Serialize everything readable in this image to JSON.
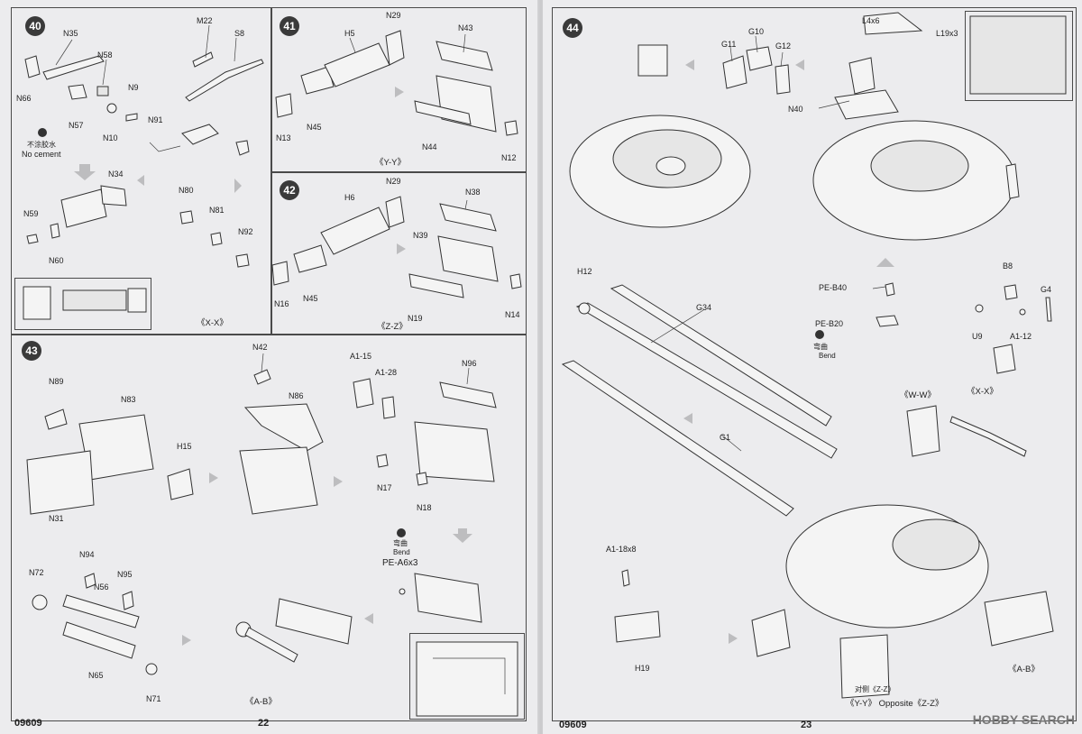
{
  "pages": {
    "left_number": "22",
    "right_number": "23",
    "left_code": "09609",
    "right_code": "09609"
  },
  "steps": {
    "s40": {
      "number": "40",
      "labels": [
        "N35",
        "N58",
        "M22",
        "S8",
        "N66",
        "N9",
        "N57",
        "N10",
        "N91",
        "N34",
        "N80",
        "N59",
        "N81",
        "N92",
        "N60"
      ],
      "note_cn": "不涂胶水",
      "note_en": "No cement",
      "view": "《X-X》"
    },
    "s41": {
      "number": "41",
      "labels": [
        "N29",
        "H5",
        "N43",
        "N13",
        "N45",
        "N44",
        "N12"
      ],
      "view": "《Y-Y》"
    },
    "s42": {
      "number": "42",
      "labels": [
        "N29",
        "H6",
        "N38",
        "N39",
        "N16",
        "N45",
        "N19",
        "N14"
      ],
      "view": "《Z-Z》"
    },
    "s43": {
      "number": "43",
      "labels": [
        "N42",
        "A1-15",
        "A1-28",
        "N96",
        "N89",
        "N83",
        "N86",
        "H15",
        "N17",
        "N18",
        "N31",
        "N94",
        "N72",
        "N56",
        "N95",
        "N65",
        "N71"
      ],
      "bend_cn": "弯曲",
      "bend_en": "Bend",
      "pe_part": "PE-A6x3",
      "view": "《A-B》"
    },
    "s44": {
      "number": "44",
      "labels": [
        "L4x6",
        "L19x3",
        "G10",
        "G11",
        "G12",
        "N40",
        "H12",
        "G34",
        "G1",
        "PE-B40",
        "PE-B20",
        "B8",
        "G4",
        "U9",
        "A1-12",
        "A1-18x8",
        "H19"
      ],
      "bend_cn": "弯曲",
      "bend_en": "Bend",
      "view_ww": "《W-W》",
      "view_xx": "《X-X》",
      "view_ab": "《A-B》",
      "view_yy": "《Y-Y》 Opposite《Z-Z》",
      "opposite_cn": "对侧《Z-Z》"
    }
  },
  "watermark": {
    "brand": "HOBBY SEARCH"
  },
  "colors": {
    "paper": "#ececee",
    "ink": "#222222",
    "stepcircle": "#3a3a3a",
    "arrow": "#bdbdbf"
  }
}
